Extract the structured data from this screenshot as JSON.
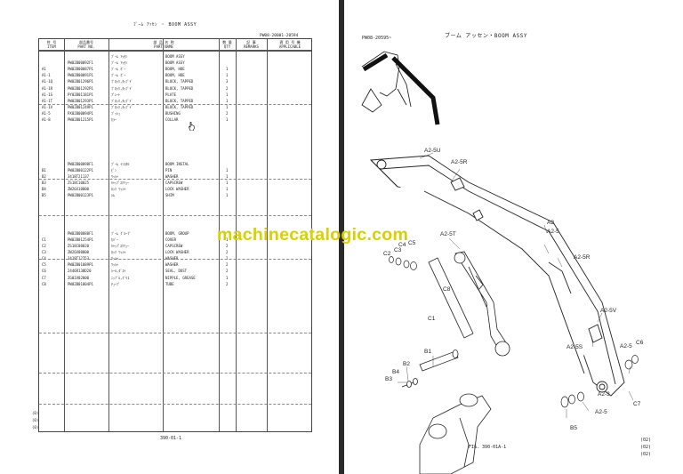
{
  "left_page": {
    "title": "ﾌﾞｰﾑ ｱｯｾﾝ  ・  BOOM ASSY",
    "doc_no": "PW08-20001-20594",
    "headers": {
      "item_jp": "符 号",
      "item_en": "ITEM",
      "part_jp": "部品番号",
      "part_en": "PART NO.",
      "name_jp": "部 品 名 称",
      "name_en": "PART NAME",
      "qty_jp": "数 量",
      "qty_en": "QTY",
      "remarks_jp": "記 事",
      "remarks_en": "REMARKS",
      "appl_jp": "適 用 号 機",
      "appl_en": "APPLICABLE"
    },
    "rows": [
      {
        "item": "",
        "part": "",
        "jp": "ﾌﾞｰﾑ ｱｯｾﾝ",
        "en": "BOOM ASSY",
        "qty": ""
      },
      {
        "item": "",
        "part": "PW02B00092F1",
        "jp": "ﾌﾞｰﾑ ｱｯｾﾝ",
        "en": "BOOM ASSY",
        "qty": ""
      },
      {
        "item": "A1",
        "part": "PW02B00087P1",
        "jp": "ﾌﾞｰﾑ ﾎﾞｰ",
        "en": "BOOM, HOE",
        "qty": "1"
      },
      {
        "item": "A1-1",
        "part": "PW02B00091P1",
        "jp": "ﾌﾞｰﾑ ﾎﾞｰ",
        "en": "BOOM, HOE",
        "qty": "1"
      },
      {
        "item": "A1-1Q",
        "part": "PW02B01296P1",
        "jp": "ﾌﾞﾛｯｸ,ﾀｯﾌﾟﾄﾞ",
        "en": "BLOCK, TAPPED",
        "qty": "3"
      },
      {
        "item": "A1-1R",
        "part": "PW02B01292P1",
        "jp": "ﾌﾞﾛｯｸ,ﾀｯﾌﾟﾄﾞ",
        "en": "BLOCK, TAPPED",
        "qty": "2"
      },
      {
        "item": "A1-1S",
        "part": "PY02B01181P1",
        "jp": "ﾌﾟﾚｰﾄ",
        "en": "PLATE",
        "qty": "1"
      },
      {
        "item": "A1-1T",
        "part": "PW02B01293P1",
        "jp": "ﾌﾞﾛｯｸ,ﾀｯﾌﾟﾄﾞ",
        "en": "BLOCK, TAPPED",
        "qty": "1"
      },
      {
        "item": "A1-1V",
        "part": "PW02B01249P1",
        "jp": "ﾌﾞﾛｯｸ,ﾀｯﾌﾟﾄﾞ",
        "en": "BLOCK, TAPPED",
        "qty": "1"
      },
      {
        "item": "A1-5",
        "part": "PX02B00094P1",
        "jp": "ﾌﾞｯｼｭ",
        "en": "BUSHING",
        "qty": "2"
      },
      {
        "item": "A1-8",
        "part": "PW02B01215P1",
        "jp": "ｶﾗｰ",
        "en": "COLLAR",
        "qty": "1"
      },
      {
        "item": "",
        "part": "",
        "jp": "",
        "en": "",
        "qty": ""
      },
      {
        "item": "",
        "part": "",
        "jp": "",
        "en": "",
        "qty": ""
      },
      {
        "item": "",
        "part": "",
        "jp": "",
        "en": "",
        "qty": ""
      },
      {
        "item": "",
        "part": "",
        "jp": "",
        "en": "",
        "qty": ""
      },
      {
        "item": "",
        "part": "",
        "jp": "",
        "en": "",
        "qty": ""
      },
      {
        "item": "",
        "part": "",
        "jp": "",
        "en": "",
        "qty": ""
      },
      {
        "item": "",
        "part": "PW02B00098F1",
        "jp": "ﾌﾞｰﾑ ｲﾝｽﾀﾙ",
        "en": "BOOM INSTAL",
        "qty": ""
      },
      {
        "item": "B1",
        "part": "PW02B00122P1",
        "jp": "ﾋﾟﾝ",
        "en": "PIN",
        "qty": "1"
      },
      {
        "item": "B2",
        "part": "3418T21137",
        "jp": "ﾜｯｼｬ",
        "en": "WASHER",
        "qty": "1"
      },
      {
        "item": "B3",
        "part": "ZS18C10025",
        "jp": "ｷｬｯﾌﾟｽｸﾘｭｰ",
        "en": "CAPSCREW",
        "qty": "1"
      },
      {
        "item": "B4",
        "part": "ZW26X10000",
        "jp": "ﾛｯｸ ﾜｯｼｬ",
        "en": "LOCK WASHER",
        "qty": "1"
      },
      {
        "item": "B5",
        "part": "PW02B00123P1",
        "jp": "ｼﾑ",
        "en": "SHIM",
        "qty": "1"
      },
      {
        "item": "",
        "part": "",
        "jp": "",
        "en": "",
        "qty": ""
      },
      {
        "item": "",
        "part": "",
        "jp": "",
        "en": "",
        "qty": ""
      },
      {
        "item": "",
        "part": "",
        "jp": "",
        "en": "",
        "qty": ""
      },
      {
        "item": "",
        "part": "",
        "jp": "",
        "en": "",
        "qty": ""
      },
      {
        "item": "",
        "part": "",
        "jp": "",
        "en": "",
        "qty": ""
      },
      {
        "item": "",
        "part": "PW02B00088F1",
        "jp": "ﾌﾞｰﾑ ｸﾞﾙｰﾌﾟ",
        "en": "BOOM, GROUP",
        "qty": ""
      },
      {
        "item": "C1",
        "part": "PW02B01254P1",
        "jp": "ｶﾊﾞｰ",
        "en": "COVER",
        "qty": "1"
      },
      {
        "item": "C2",
        "part": "ZS18C08020",
        "jp": "ｷｬｯﾌﾟｽｸﾘｭｰ",
        "en": "CAPSCREW",
        "qty": "2"
      },
      {
        "item": "C3",
        "part": "ZW26X08000",
        "jp": "ﾛｯｸ ﾜｯｼｬ",
        "en": "LOCK WASHER",
        "qty": "2"
      },
      {
        "item": "C4",
        "part": "3418T12753",
        "jp": "ﾜｯｼｬ",
        "en": "WASHER",
        "qty": "2"
      },
      {
        "item": "C5",
        "part": "PW02B01089P1",
        "jp": "ﾜｯｼｬ",
        "en": "WASHER",
        "qty": "2"
      },
      {
        "item": "C6",
        "part": "2446R138D20",
        "jp": "ｼｰﾙ,ﾀﾞｽﾄ",
        "en": "SEAL, DUST",
        "qty": "2"
      },
      {
        "item": "C7",
        "part": "ZG01V02000",
        "jp": "ﾆｯﾌﾟﾙ,ｸﾞﾘｽ",
        "en": "NIPPLE, GREASE",
        "qty": "1"
      },
      {
        "item": "C8",
        "part": "PW02B01004P1",
        "jp": "ﾁｭｰﾌﾞ",
        "en": "TUBE",
        "qty": "2"
      }
    ],
    "side_ids": [
      "(0)",
      "(0)",
      "(0)"
    ],
    "page_number": "390-01-1"
  },
  "right_page": {
    "doc_no": "PW08-20595~",
    "title": "ブーム アッセン・BOOM ASSY",
    "figure_caption": "FIG. 390-01A-1",
    "revisions": [
      "(02)",
      "(02)",
      "(02)"
    ],
    "callouts": [
      "A2-5U",
      "A2-5R",
      "A2-5T",
      "A2",
      "A2-5",
      "A2-5R",
      "C2",
      "C3",
      "C4",
      "C5",
      "C8",
      "C1",
      "A2-5V",
      "A2-5S",
      "A2-5",
      "C6",
      "B1",
      "B2",
      "B4",
      "B3",
      "A2-3",
      "A2-5",
      "C7",
      "B5"
    ]
  },
  "watermark": "machinecatalogic.com"
}
